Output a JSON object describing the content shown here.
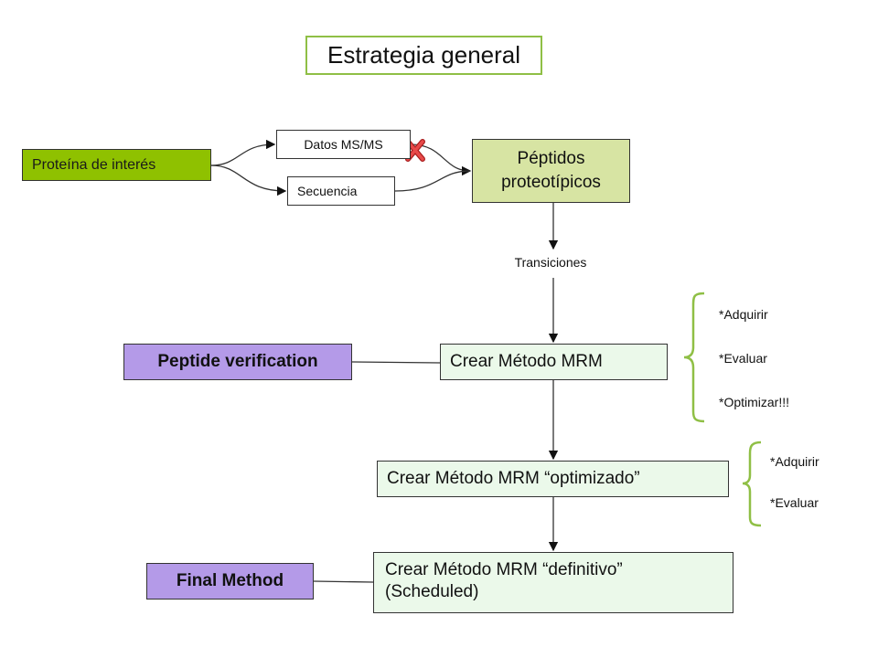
{
  "title": "Estrategia general",
  "nodes": {
    "protein": "Proteína de interés",
    "datos": "Datos MS/MS",
    "secuencia": "Secuencia",
    "peptidos_line1": "Péptidos",
    "peptidos_line2": "proteotípicos",
    "transiciones": "Transiciones",
    "mrm": "Crear Método MRM",
    "mrm_optimizado": "Crear Método MRM “optimizado”",
    "mrm_definitivo_line1": "Crear Método MRM “definitivo”",
    "mrm_definitivo_line2": "(Scheduled)",
    "peptide_verification": "Peptide verification",
    "final_method": "Final Method"
  },
  "notes": {
    "group1": [
      "*Adquirir",
      "*Evaluar",
      "*Optimizar!!!"
    ],
    "group2": [
      "*Adquirir",
      "*Evaluar"
    ]
  },
  "colors": {
    "protein_green": "#8fc100",
    "peptidos_green": "#d7e4a3",
    "mrm_fill": "#ebf9ea",
    "purple": "#b49ae8",
    "brace_green": "#8fbf45",
    "cross_red": "#e03a3a"
  },
  "icons": {
    "rejected_path": "red-x-icon"
  }
}
